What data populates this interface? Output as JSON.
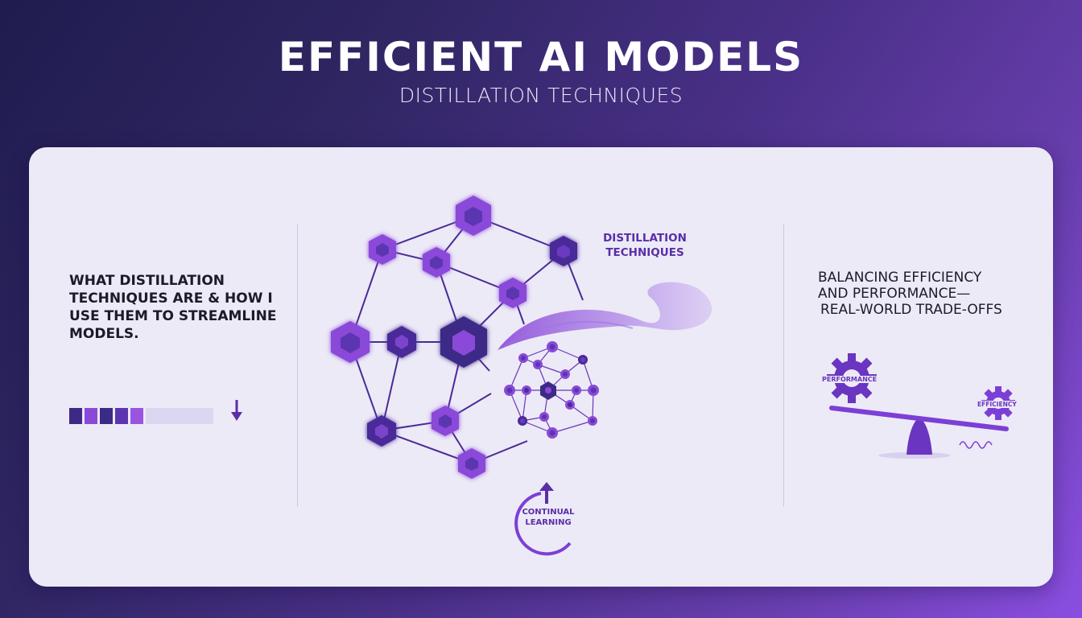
{
  "header": {
    "title": "EFFICIENT AI MODELS",
    "subtitle": "DISTILLATION TECHNIQUES"
  },
  "left_panel": {
    "text": "WHAT DISTILLATION TECHNIQUES ARE & HOW I USE THEM TO STREAMLINE MODELS.",
    "progress": {
      "filled_segments": 5,
      "segment_colors": [
        "#3d2a86",
        "#8a4ad8",
        "#3d2a86",
        "#5b35b0",
        "#9a55e0"
      ],
      "rest_color": "#dcd6f2",
      "icon": "down-arrow-icon"
    }
  },
  "center_panel": {
    "label_line1": "DISTILLATION",
    "label_line2": "TECHNIQUES",
    "large_network_icon": "neural-network-icon",
    "small_network_icon": "distilled-network-icon",
    "flow_icon": "distillation-flow-icon",
    "continual_learning": {
      "line1": "CONTINUAL",
      "line2": "LEARNING",
      "icon": "cycle-arrow-icon"
    }
  },
  "right_panel": {
    "line1": "BALANCING EFFICIENCY",
    "line2": "AND PERFORMANCE—",
    "line3": "REAL-WORLD TRADE-OFFS",
    "scale": {
      "left_gear_label": "PERFORMANCE",
      "right_gear_label": "EFFICIENCY",
      "icon": "balance-scale-icon"
    }
  },
  "colors": {
    "accent": "#7c3fd6",
    "dark_accent": "#3d2a86",
    "card_bg": "#eceaf6",
    "text": "#1c1a2a"
  }
}
